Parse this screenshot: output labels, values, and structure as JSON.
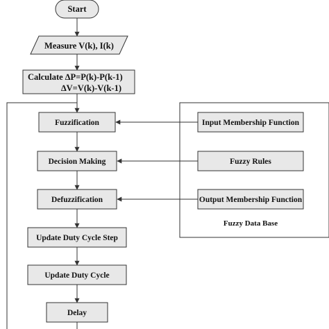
{
  "nodes": {
    "start": "Start",
    "measure": "Measure V(k), I(k)",
    "calculate_line1": "Calculate ∆P=P(k)-P(k-1)",
    "calculate_line2": "∆V=V(k)-V(k-1)",
    "fuzzification": "Fuzzification",
    "decision_making": "Decision Making",
    "defuzzification": "Defuzzification",
    "update_step": "Update Duty Cycle Step",
    "update_duty": "Update Duty Cycle",
    "delay": "Delay"
  },
  "database": {
    "input_mf": "Input Membership Function",
    "fuzzy_rules": "Fuzzy Rules",
    "output_mf": "Output Membership Function",
    "label": "Fuzzy Data Base"
  }
}
